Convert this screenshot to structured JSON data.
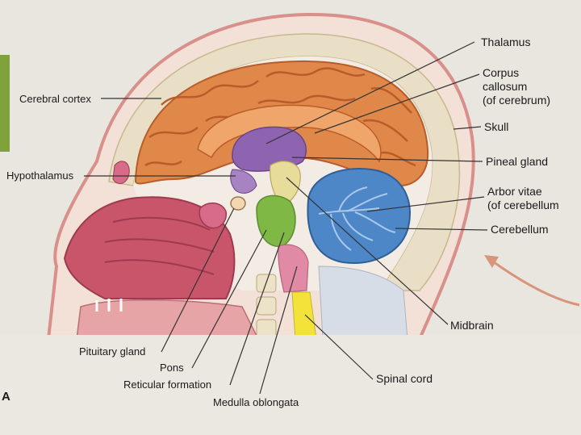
{
  "figure_letter": "A",
  "labels": {
    "thalamus": "Thalamus",
    "corpus_callosum_1": "Corpus",
    "corpus_callosum_2": "callosum",
    "corpus_callosum_3": "(of cerebrum)",
    "skull": "Skull",
    "pineal_gland": "Pineal gland",
    "arbor_vitae_1": "Arbor vitae",
    "arbor_vitae_2": "(of cerebellum",
    "cerebellum": "Cerebellum",
    "cerebral_cortex": "Cerebral cortex",
    "hypothalamus": "Hypothalamus",
    "midbrain": "Midbrain",
    "pituitary_gland": "Pituitary gland",
    "pons": "Pons",
    "reticular_formation": "Reticular formation",
    "spinal_cord": "Spinal cord",
    "medulla_oblongata": "Medulla oblongata"
  },
  "colors": {
    "cerebrum": "#e0884a",
    "cerebrum_dark": "#b85d2a",
    "thalamus": "#8e63b0",
    "cerebellum": "#4d87c7",
    "pons": "#7fb845",
    "medulla": "#e08aa5",
    "spinal_cord": "#f2e23a",
    "midbrain": "#e8dc9a",
    "skin": "#e9b7ae",
    "nasal": "#c9556b",
    "bone": "#e8dfc6"
  }
}
